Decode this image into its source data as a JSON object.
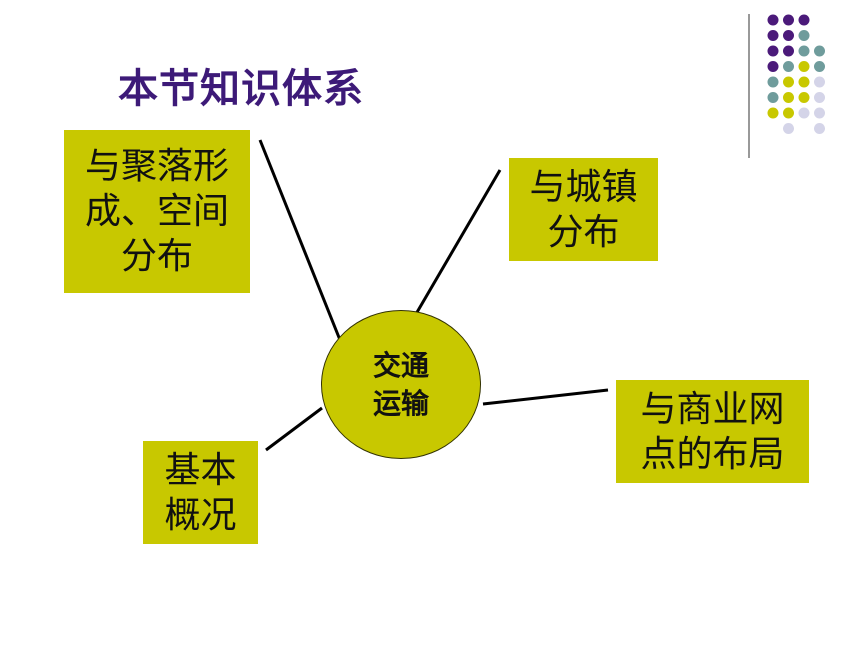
{
  "title": "本节知识体系",
  "hub": {
    "label": "交通\n运输"
  },
  "nodes": {
    "top_left": "与聚落形\n成、空间\n分布",
    "top_right": "与城镇\n分布",
    "right": "与商业网\n点的布局",
    "bottom_left": "基本\n概况"
  },
  "colors": {
    "title": "#3d1a78",
    "box": "#c8c800",
    "dot_purple": "#4b1a7a",
    "dot_teal": "#6f9c9c",
    "dot_yellow": "#c8c800",
    "dot_lavender": "#d4d4e8"
  }
}
